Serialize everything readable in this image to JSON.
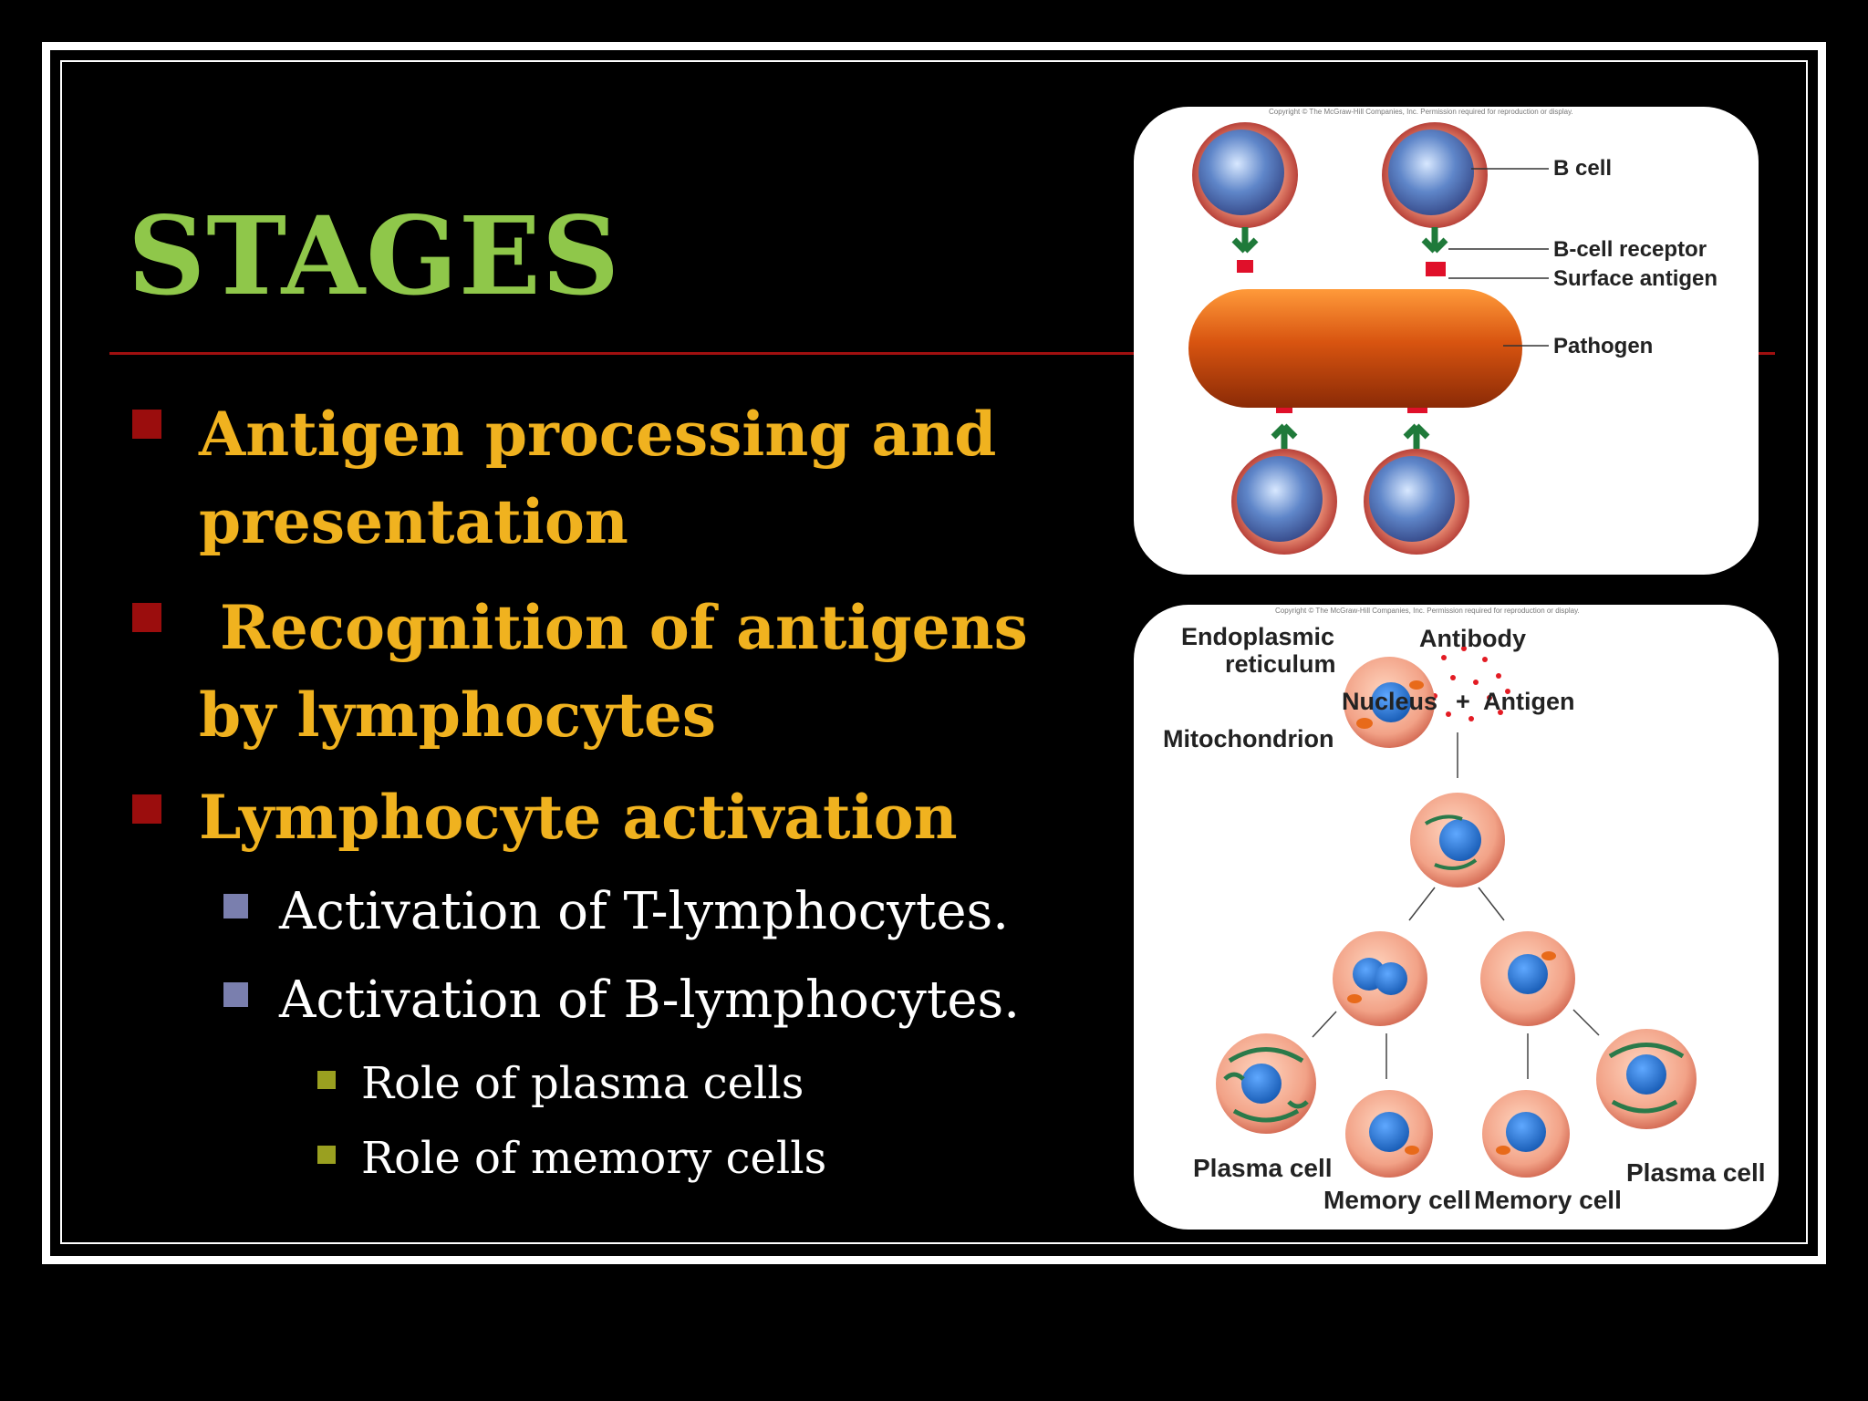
{
  "slide": {
    "title": "STAGES",
    "bullets": [
      "Antigen processing and presentation",
      " Recognition of antigens by lymphocytes",
      "Lymphocyte activation"
    ],
    "sub_bullets": [
      "Activation of T-lymphocytes.",
      "Activation of B-lymphocytes."
    ],
    "sub_sub_bullets": [
      "Role of plasma cells",
      "Role of memory cells"
    ]
  },
  "figure_top": {
    "copyright": "Copyright © The McGraw-Hill Companies, Inc. Permission required for reproduction or display.",
    "labels": {
      "b_cell": "B cell",
      "b_cell_receptor": "B-cell receptor",
      "surface_antigen": "Surface antigen",
      "pathogen": "Pathogen"
    }
  },
  "figure_bottom": {
    "copyright": "Copyright © The McGraw-Hill Companies, Inc. Permission required for reproduction or display.",
    "labels": {
      "endoplasmic": "Endoplasmic",
      "reticulum": "reticulum",
      "antibody": "Antibody",
      "nucleus": "Nucleus",
      "plus": "+",
      "antigen": "Antigen",
      "mitochondrion": "Mitochondrion",
      "plasma_cell_left": "Plasma cell",
      "memory_cell_1": "Memory cell",
      "memory_cell_2": "Memory cell",
      "plasma_cell_right": "Plasma cell"
    }
  },
  "colors": {
    "title": "#8fc74a",
    "bullet_text": "#f0b21f",
    "rule": "#a01010",
    "bullet_marker": "#9b0d0d"
  }
}
